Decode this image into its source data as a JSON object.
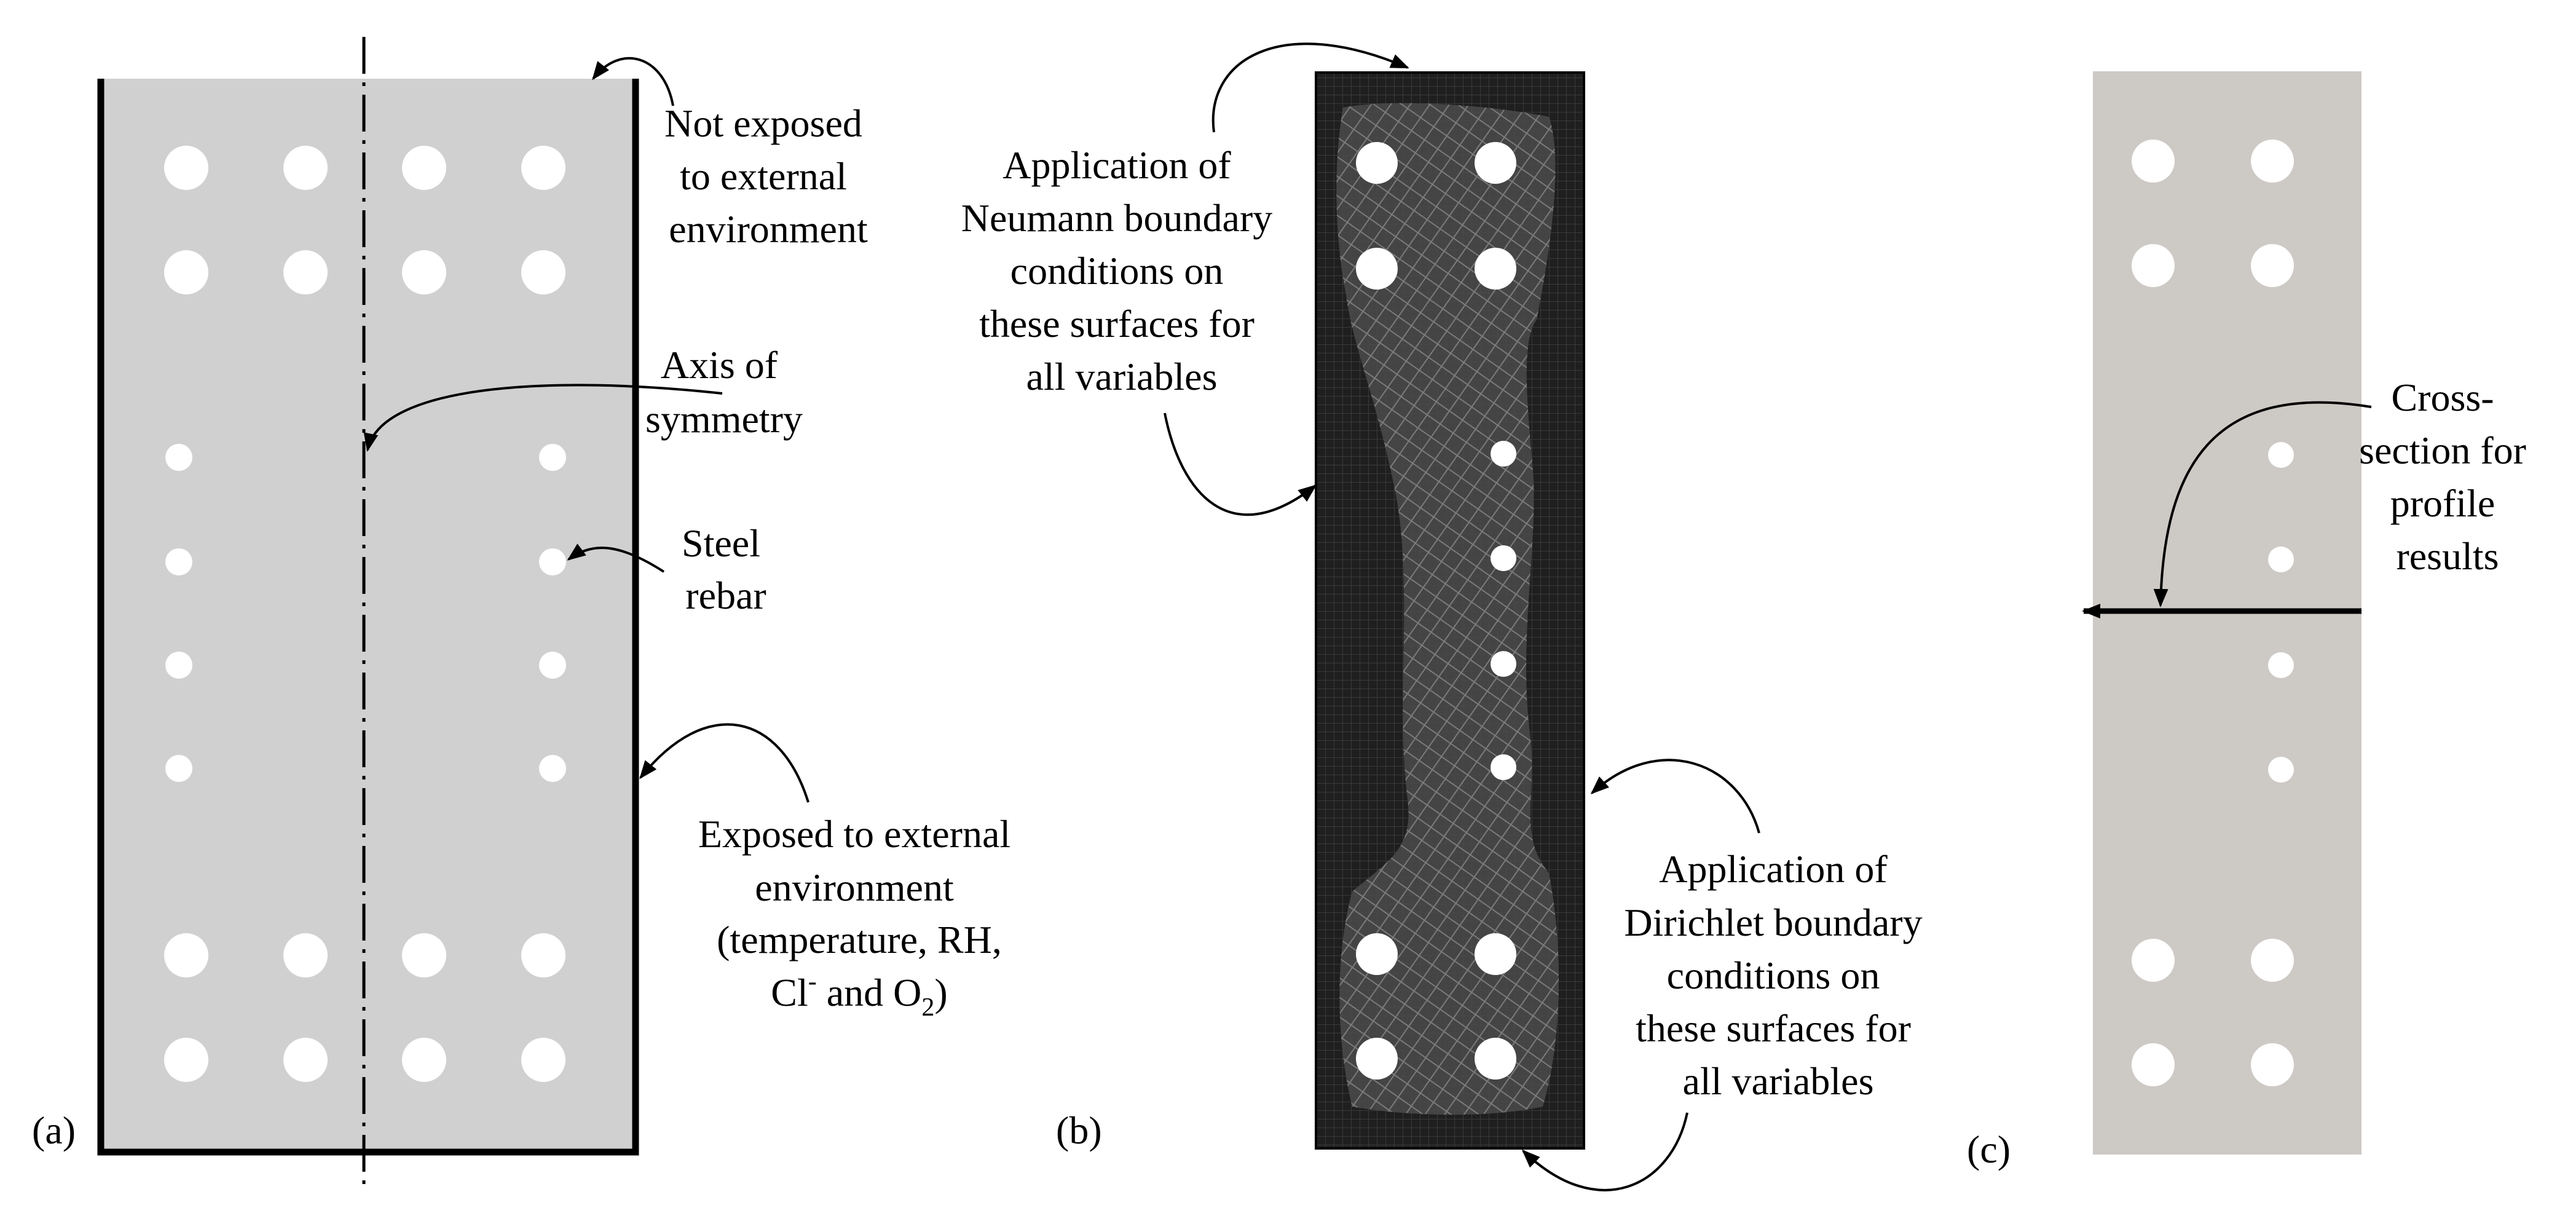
{
  "panels": {
    "a": {
      "label": "(a)"
    },
    "b": {
      "label": "(b)"
    },
    "c": {
      "label": "(c)"
    }
  },
  "annotations": {
    "not_exposed": [
      "Not exposed",
      "to external",
      "environment"
    ],
    "axis": [
      "Axis of",
      "symmetry"
    ],
    "rebar": [
      "Steel",
      "rebar"
    ],
    "exposed": [
      "Exposed to external",
      "environment",
      "(temperature, RH,"
    ],
    "exposed_species": {
      "cl": "Cl",
      "cl_sup": "-",
      "and": " and O",
      "o_sub": "2",
      "close": ")"
    },
    "neumann": [
      "Application of",
      "Neumann boundary",
      "conditions on",
      "these surfaces for",
      "all variables"
    ],
    "dirichlet": [
      "Application of",
      "Dirichlet boundary",
      "conditions on",
      "these surfaces for",
      "all variables"
    ],
    "cross_section": [
      "Cross-",
      "section for",
      "profile",
      "results"
    ]
  },
  "colors": {
    "concrete_a": "#d0d0d0",
    "concrete_c": "#cdc9c4",
    "mesh": "#1e1e1e",
    "mesh_light": "#6a6a6a",
    "rebar": "#ffffff",
    "line": "#000000"
  }
}
